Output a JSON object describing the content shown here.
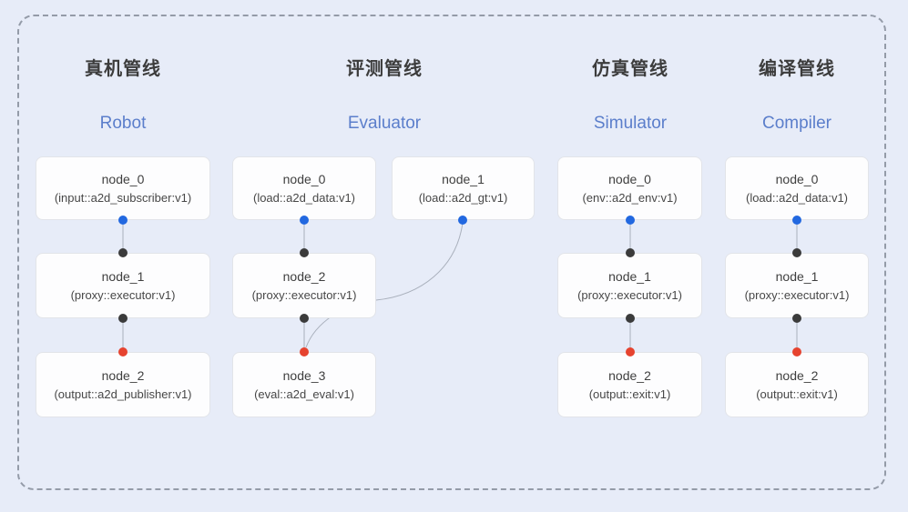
{
  "colors": {
    "background": "#e7ecf8",
    "frame_dash": "#949ba8",
    "node_fill": "#fdfdfe",
    "node_border": "#e2e4e9",
    "edge_line": "#a9b0bc",
    "dot_blue": "#2268e0",
    "dot_black": "#3b3b3b",
    "dot_red": "#e6432f",
    "title_color": "#3c3c3c",
    "subtitle_color": "#5b7ecb"
  },
  "pipelines": [
    {
      "title_zh": "真机管线",
      "title_en": "Robot",
      "nodes": [
        {
          "name": "node_0",
          "impl": "(input::a2d_subscriber:v1)"
        },
        {
          "name": "node_1",
          "impl": "(proxy::executor:v1)"
        },
        {
          "name": "node_2",
          "impl": "(output::a2d_publisher:v1)"
        }
      ]
    },
    {
      "title_zh": "评测管线",
      "title_en": "Evaluator",
      "nodes": [
        {
          "name": "node_0",
          "impl": "(load::a2d_data:v1)"
        },
        {
          "name": "node_1",
          "impl": "(load::a2d_gt:v1)"
        },
        {
          "name": "node_2",
          "impl": "(proxy::executor:v1)"
        },
        {
          "name": "node_3",
          "impl": "(eval::a2d_eval:v1)"
        }
      ]
    },
    {
      "title_zh": "仿真管线",
      "title_en": "Simulator",
      "nodes": [
        {
          "name": "node_0",
          "impl": "(env::a2d_env:v1)"
        },
        {
          "name": "node_1",
          "impl": "(proxy::executor:v1)"
        },
        {
          "name": "node_2",
          "impl": "(output::exit:v1)"
        }
      ]
    },
    {
      "title_zh": "编译管线",
      "title_en": "Compiler",
      "nodes": [
        {
          "name": "node_0",
          "impl": "(load::a2d_data:v1)"
        },
        {
          "name": "node_1",
          "impl": "(proxy::executor:v1)"
        },
        {
          "name": "node_2",
          "impl": "(output::exit:v1)"
        }
      ]
    }
  ]
}
